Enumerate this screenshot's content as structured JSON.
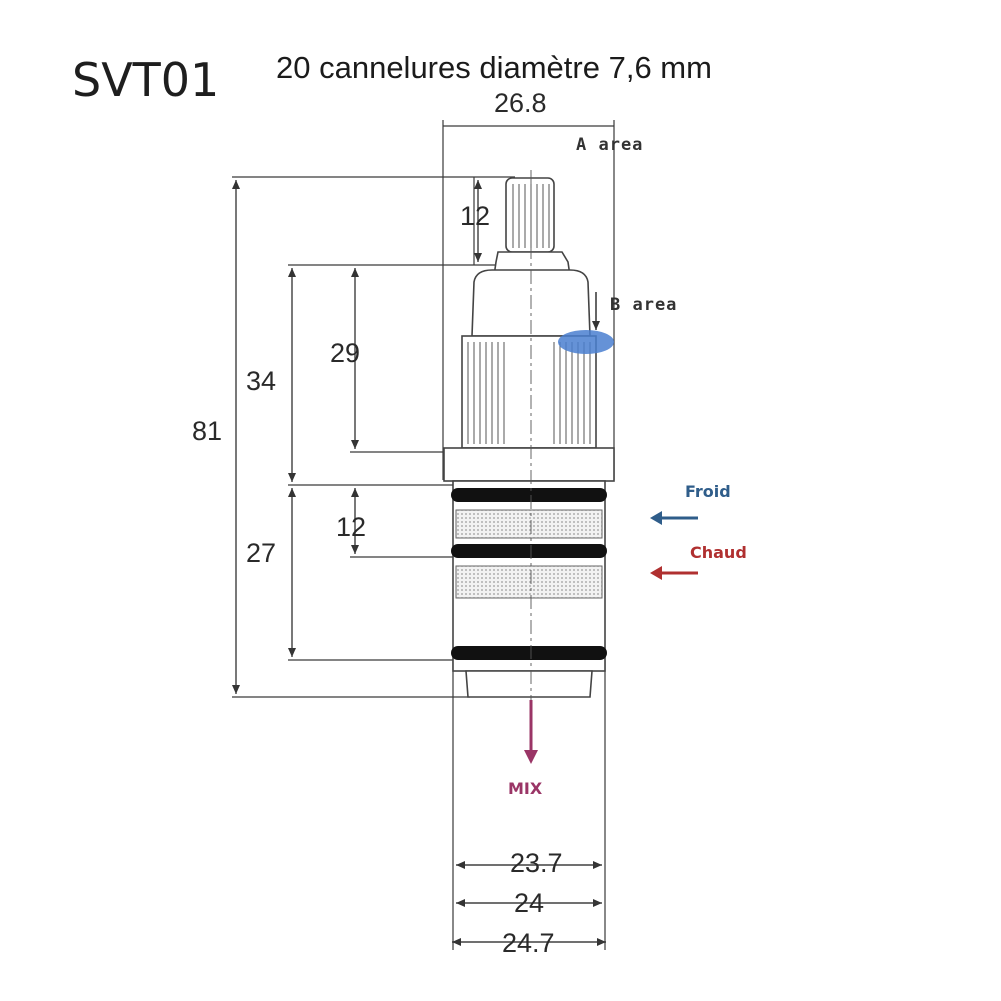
{
  "header": {
    "model": "SVT01",
    "subtitle": "20 cannelures diamètre 7,6 mm"
  },
  "dimensions": {
    "top_width": "26.8",
    "spline_height": "12",
    "upper_body": "29",
    "upper_total": "34",
    "overall": "81",
    "seal_spacing": "12",
    "lower_body": "27",
    "width_1": "23.7",
    "width_2": "24",
    "width_3": "24.7"
  },
  "areas": {
    "a": "A area",
    "b": "B area"
  },
  "flows": {
    "cold": {
      "label": "Froid",
      "color": "#2f5d8a"
    },
    "hot": {
      "label": "Chaud",
      "color": "#b03030"
    },
    "mix": {
      "label": "MIX",
      "color": "#9a3566"
    }
  },
  "colors": {
    "b_area_marker": "#4a7fd0"
  }
}
